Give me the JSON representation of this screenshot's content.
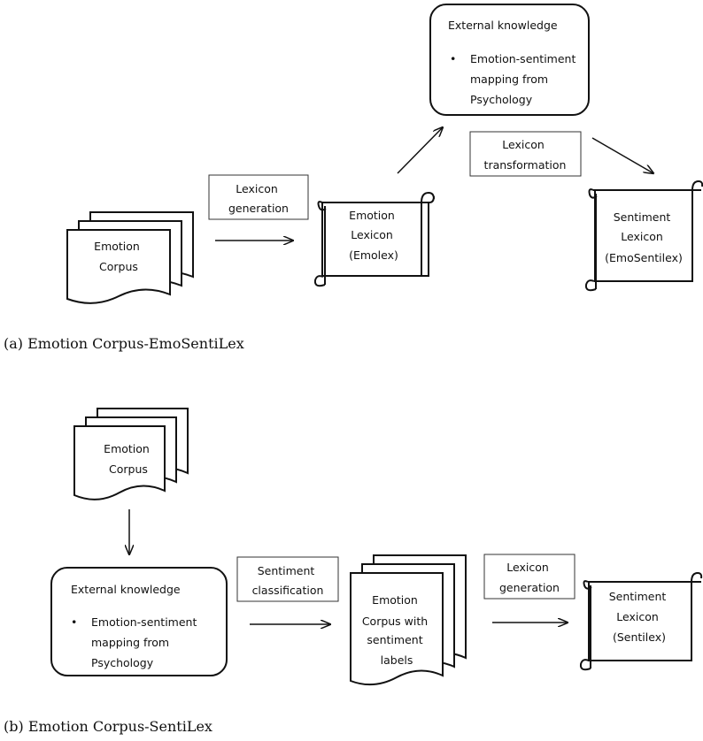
{
  "diagram_a": {
    "caption": "(a) Emotion Corpus-EmoSentiLex",
    "emotion_corpus": [
      "Emotion",
      "Corpus"
    ],
    "lexicon_generation": [
      "Lexicon",
      "generation"
    ],
    "emotion_lexicon": [
      "Emotion",
      "Lexicon",
      "(Emolex)"
    ],
    "external_title": "External knowledge",
    "external_bullet": "•",
    "external_item": [
      "Emotion-sentiment",
      "mapping from",
      "Psychology"
    ],
    "lexicon_transformation": [
      "Lexicon",
      "transformation"
    ],
    "sentiment_lexicon": [
      "Sentiment",
      "Lexicon",
      "(EmoSentilex)"
    ]
  },
  "diagram_b": {
    "caption": "(b) Emotion Corpus-SentiLex",
    "emotion_corpus": [
      "Emotion",
      "Corpus"
    ],
    "external_title": "External knowledge",
    "external_bullet": "•",
    "external_item": [
      "Emotion-sentiment",
      "mapping from",
      "Psychology"
    ],
    "sentiment_classification": [
      "Sentiment",
      "classification"
    ],
    "corpus_with_labels": [
      "Emotion",
      "Corpus with",
      "sentiment",
      "labels"
    ],
    "lexicon_generation": [
      "Lexicon",
      "generation"
    ],
    "sentiment_lexicon": [
      "Sentiment",
      "Lexicon",
      "(Sentilex)"
    ]
  }
}
